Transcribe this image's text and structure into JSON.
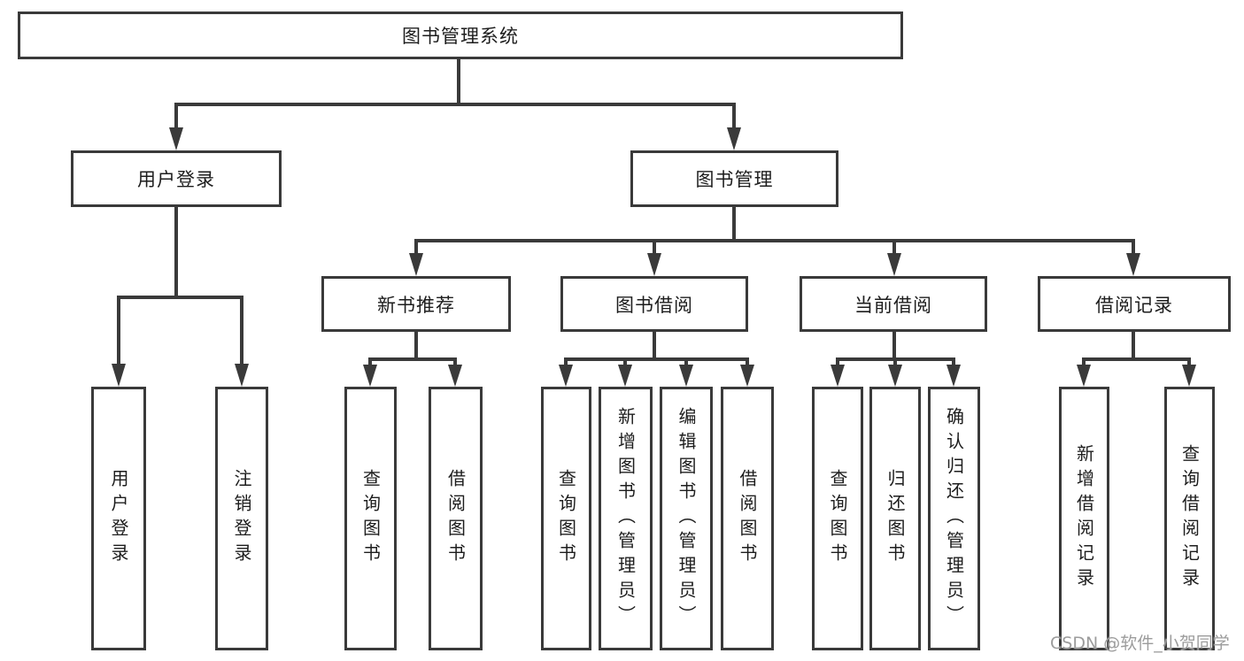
{
  "diagram": {
    "root": "图书管理系统",
    "level1": {
      "user_login": "用户登录",
      "book_management": "图书管理"
    },
    "level2": {
      "new_book": "新书推荐",
      "book_borrow": "图书借阅",
      "current_borrow": "当前借阅",
      "borrow_record": "借阅记录"
    },
    "leaves": {
      "user_login": [
        "用户登录",
        "注销登录"
      ],
      "new_book": [
        "查询图书",
        "借阅图书"
      ],
      "book_borrow": [
        "查询图书",
        "新增图书（管理员）",
        "编辑图书（管理员）",
        "借阅图书"
      ],
      "current_borrow": [
        "查询图书",
        "归还图书",
        "确认归还（管理员）"
      ],
      "borrow_record": [
        "新增借阅记录",
        "查询借阅记录"
      ]
    }
  },
  "watermark": "CSDN @软件_小贺同学",
  "colors": {
    "line": "#3a3a3a",
    "text": "#1d1d1d",
    "watermark": "#9c9c9c",
    "background": "#ffffff"
  }
}
